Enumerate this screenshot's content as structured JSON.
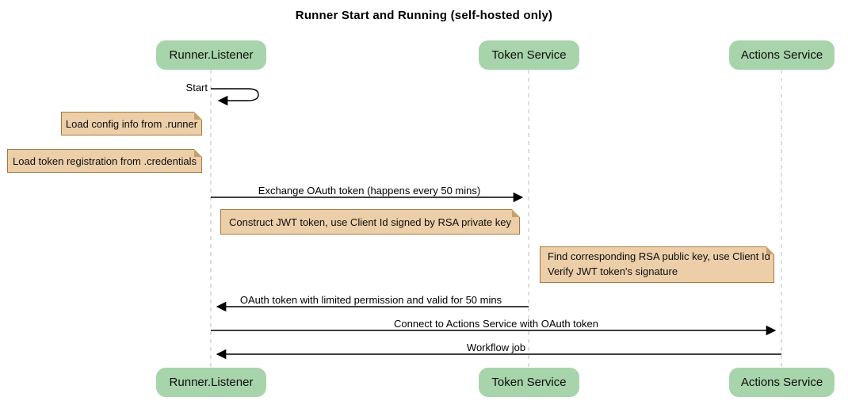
{
  "diagram": {
    "title": "Runner Start and Running (self-hosted only)",
    "participants": [
      {
        "id": "runner-listener",
        "label": "Runner.Listener"
      },
      {
        "id": "token-service",
        "label": "Token Service"
      },
      {
        "id": "actions-service",
        "label": "Actions Service"
      }
    ],
    "messages": [
      {
        "id": "start",
        "label": "Start",
        "from": "Runner.Listener",
        "to": "Runner.Listener",
        "type": "self"
      },
      {
        "id": "exchange-oauth",
        "label": "Exchange OAuth token (happens every 50 mins)",
        "from": "Runner.Listener",
        "to": "Token Service",
        "type": "solid"
      },
      {
        "id": "oauth-return",
        "label": "OAuth token with limited permission and valid for 50 mins",
        "from": "Token Service",
        "to": "Runner.Listener",
        "type": "solid"
      },
      {
        "id": "connect-actions",
        "label": "Connect to Actions Service with OAuth token",
        "from": "Runner.Listener",
        "to": "Actions Service",
        "type": "solid"
      },
      {
        "id": "workflow-job",
        "label": "Workflow job",
        "from": "Actions Service",
        "to": "Runner.Listener",
        "type": "solid"
      }
    ],
    "notes": [
      {
        "id": "load-config",
        "text": "Load config info from .runner",
        "anchor": "left of Runner.Listener"
      },
      {
        "id": "load-token-registration",
        "text": "Load token registration from .credentials",
        "anchor": "left of Runner.Listener"
      },
      {
        "id": "construct-jwt",
        "text": "Construct JWT token, use Client Id signed by RSA private key",
        "anchor": "between Runner.Listener and Token Service"
      },
      {
        "id": "verify-jwt",
        "lines": [
          "Find corresponding RSA public key, use Client Id",
          "Verify JWT token's signature"
        ],
        "anchor": "between Token Service and Actions Service"
      }
    ],
    "colors": {
      "background": "#ffffff",
      "participant_fill": "#a8d4ab",
      "note_fill": "#eccfa9",
      "note_border": "#a87840",
      "lifeline": "#bdbdbd",
      "message_line": "#000000",
      "text": "#000000"
    }
  }
}
